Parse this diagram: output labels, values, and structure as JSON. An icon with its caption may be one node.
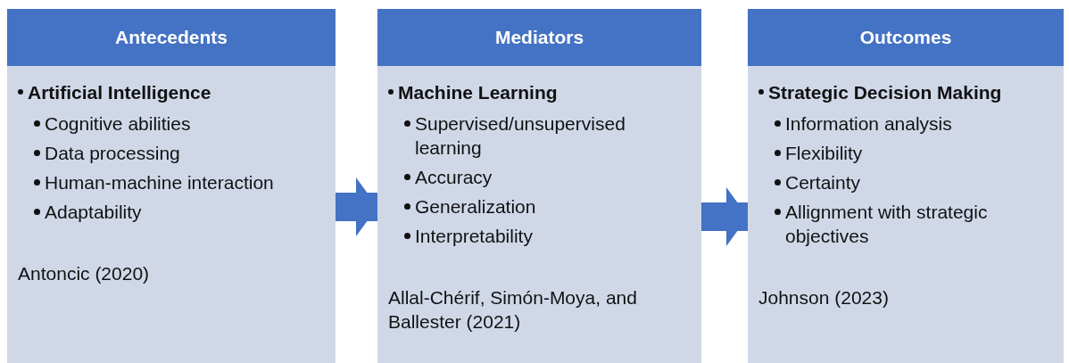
{
  "diagram": {
    "nodes": [
      {
        "text": [
          "Antecedents",
          "Artificial Intelligence",
          "Cognitive abilities",
          "Data processing",
          "Human-machine interaction",
          "Adaptability",
          "Antoncic (2020)"
        ]
      },
      {
        "text": [
          "Mediators",
          "Machine Learning",
          "Supervised/unsupervised learning",
          "Accuracy",
          "Generalization",
          "Interpretability",
          "Allal-Chérif, Simón-Moya, and Ballester (2021)"
        ]
      },
      {
        "text": [
          "Outcomes",
          "Strategic Decision Making",
          "Information analysis",
          "Flexibility",
          "Certainty",
          "Allignment with strategic objectives",
          "Johnson (2023)"
        ]
      }
    ],
    "edges": [
      {
        "from": 0,
        "to": 1,
        "arrow": "to"
      },
      {
        "from": 1,
        "to": 2,
        "arrow": "to"
      }
    ]
  }
}
